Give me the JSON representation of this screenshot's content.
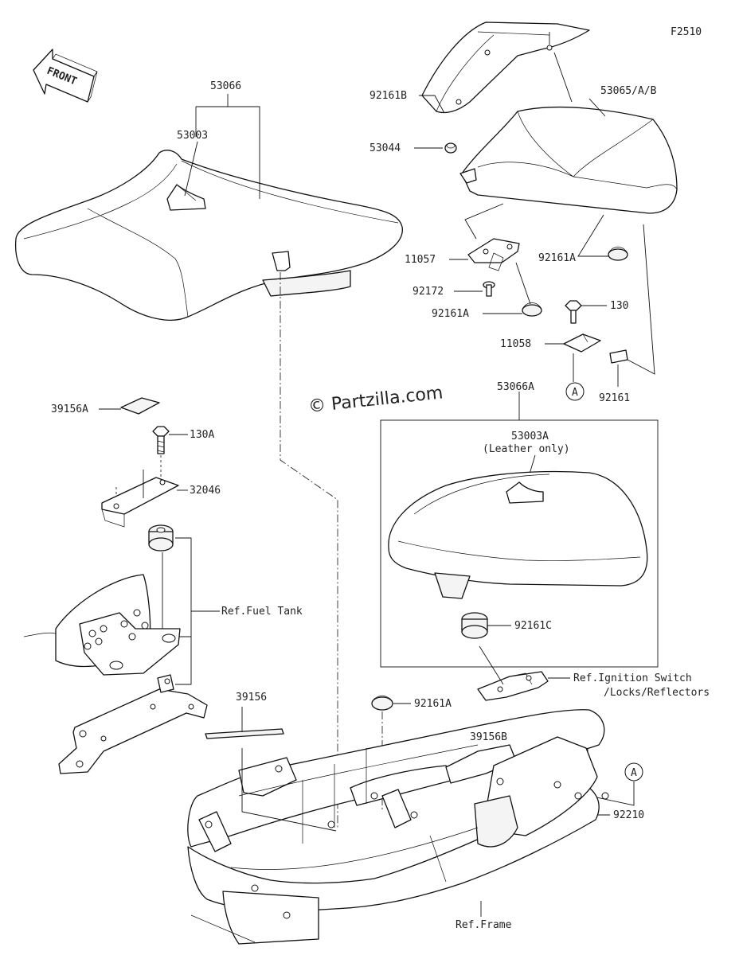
{
  "figure_code": "F2510",
  "watermark": "© Partzilla.com",
  "front_arrow_label": "FRONT",
  "ref_marker": "A",
  "labels": {
    "p53066": "53066",
    "p53003": "53003",
    "p92161B": "92161B",
    "p53044": "53044",
    "p53065": "53065/A/B",
    "p11057": "11057",
    "p92161A_1": "92161A",
    "p92172": "92172",
    "p92161A_2": "92161A",
    "p130": "130",
    "p11058": "11058",
    "p92161": "92161",
    "p39156A": "39156A",
    "p130A": "130A",
    "p32046": "32046",
    "ref_fuel_tank": "Ref.Fuel Tank",
    "p53066A": "53066A",
    "p53003A": "53003A",
    "leather_only": "(Leather only)",
    "p92161C": "92161C",
    "ref_ignition_1": "Ref.Ignition Switch",
    "ref_ignition_2": "/Locks/Reflectors",
    "p39156": "39156",
    "p92161A_3": "92161A",
    "p39156B": "39156B",
    "p92210": "92210",
    "ref_frame": "Ref.Frame"
  }
}
